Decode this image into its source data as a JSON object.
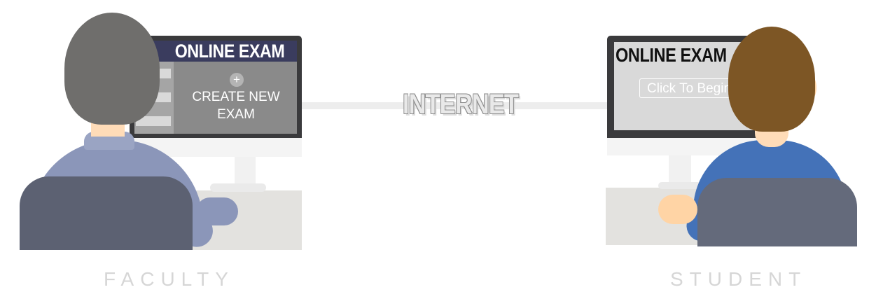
{
  "faculty": {
    "screen_title": "ONLINE EXAM",
    "plus": "+",
    "create_label": "CREATE NEW EXAM",
    "label": "FACULTY"
  },
  "connection": {
    "label": "INTERNET"
  },
  "student": {
    "screen_title": "ONLINE EXAM",
    "button_label": "Click To Begin",
    "label": "STUDENT"
  },
  "colors": {
    "faculty_shirt": "#8b96b9",
    "faculty_hair": "#6f6e6c",
    "student_shirt": "#4472b8",
    "student_hair": "#7d5625",
    "chair": "#5c6172",
    "monitor_frame": "#3a3a3c",
    "faculty_header": "#3a3c5e",
    "label_gray": "#d6d6d6"
  }
}
